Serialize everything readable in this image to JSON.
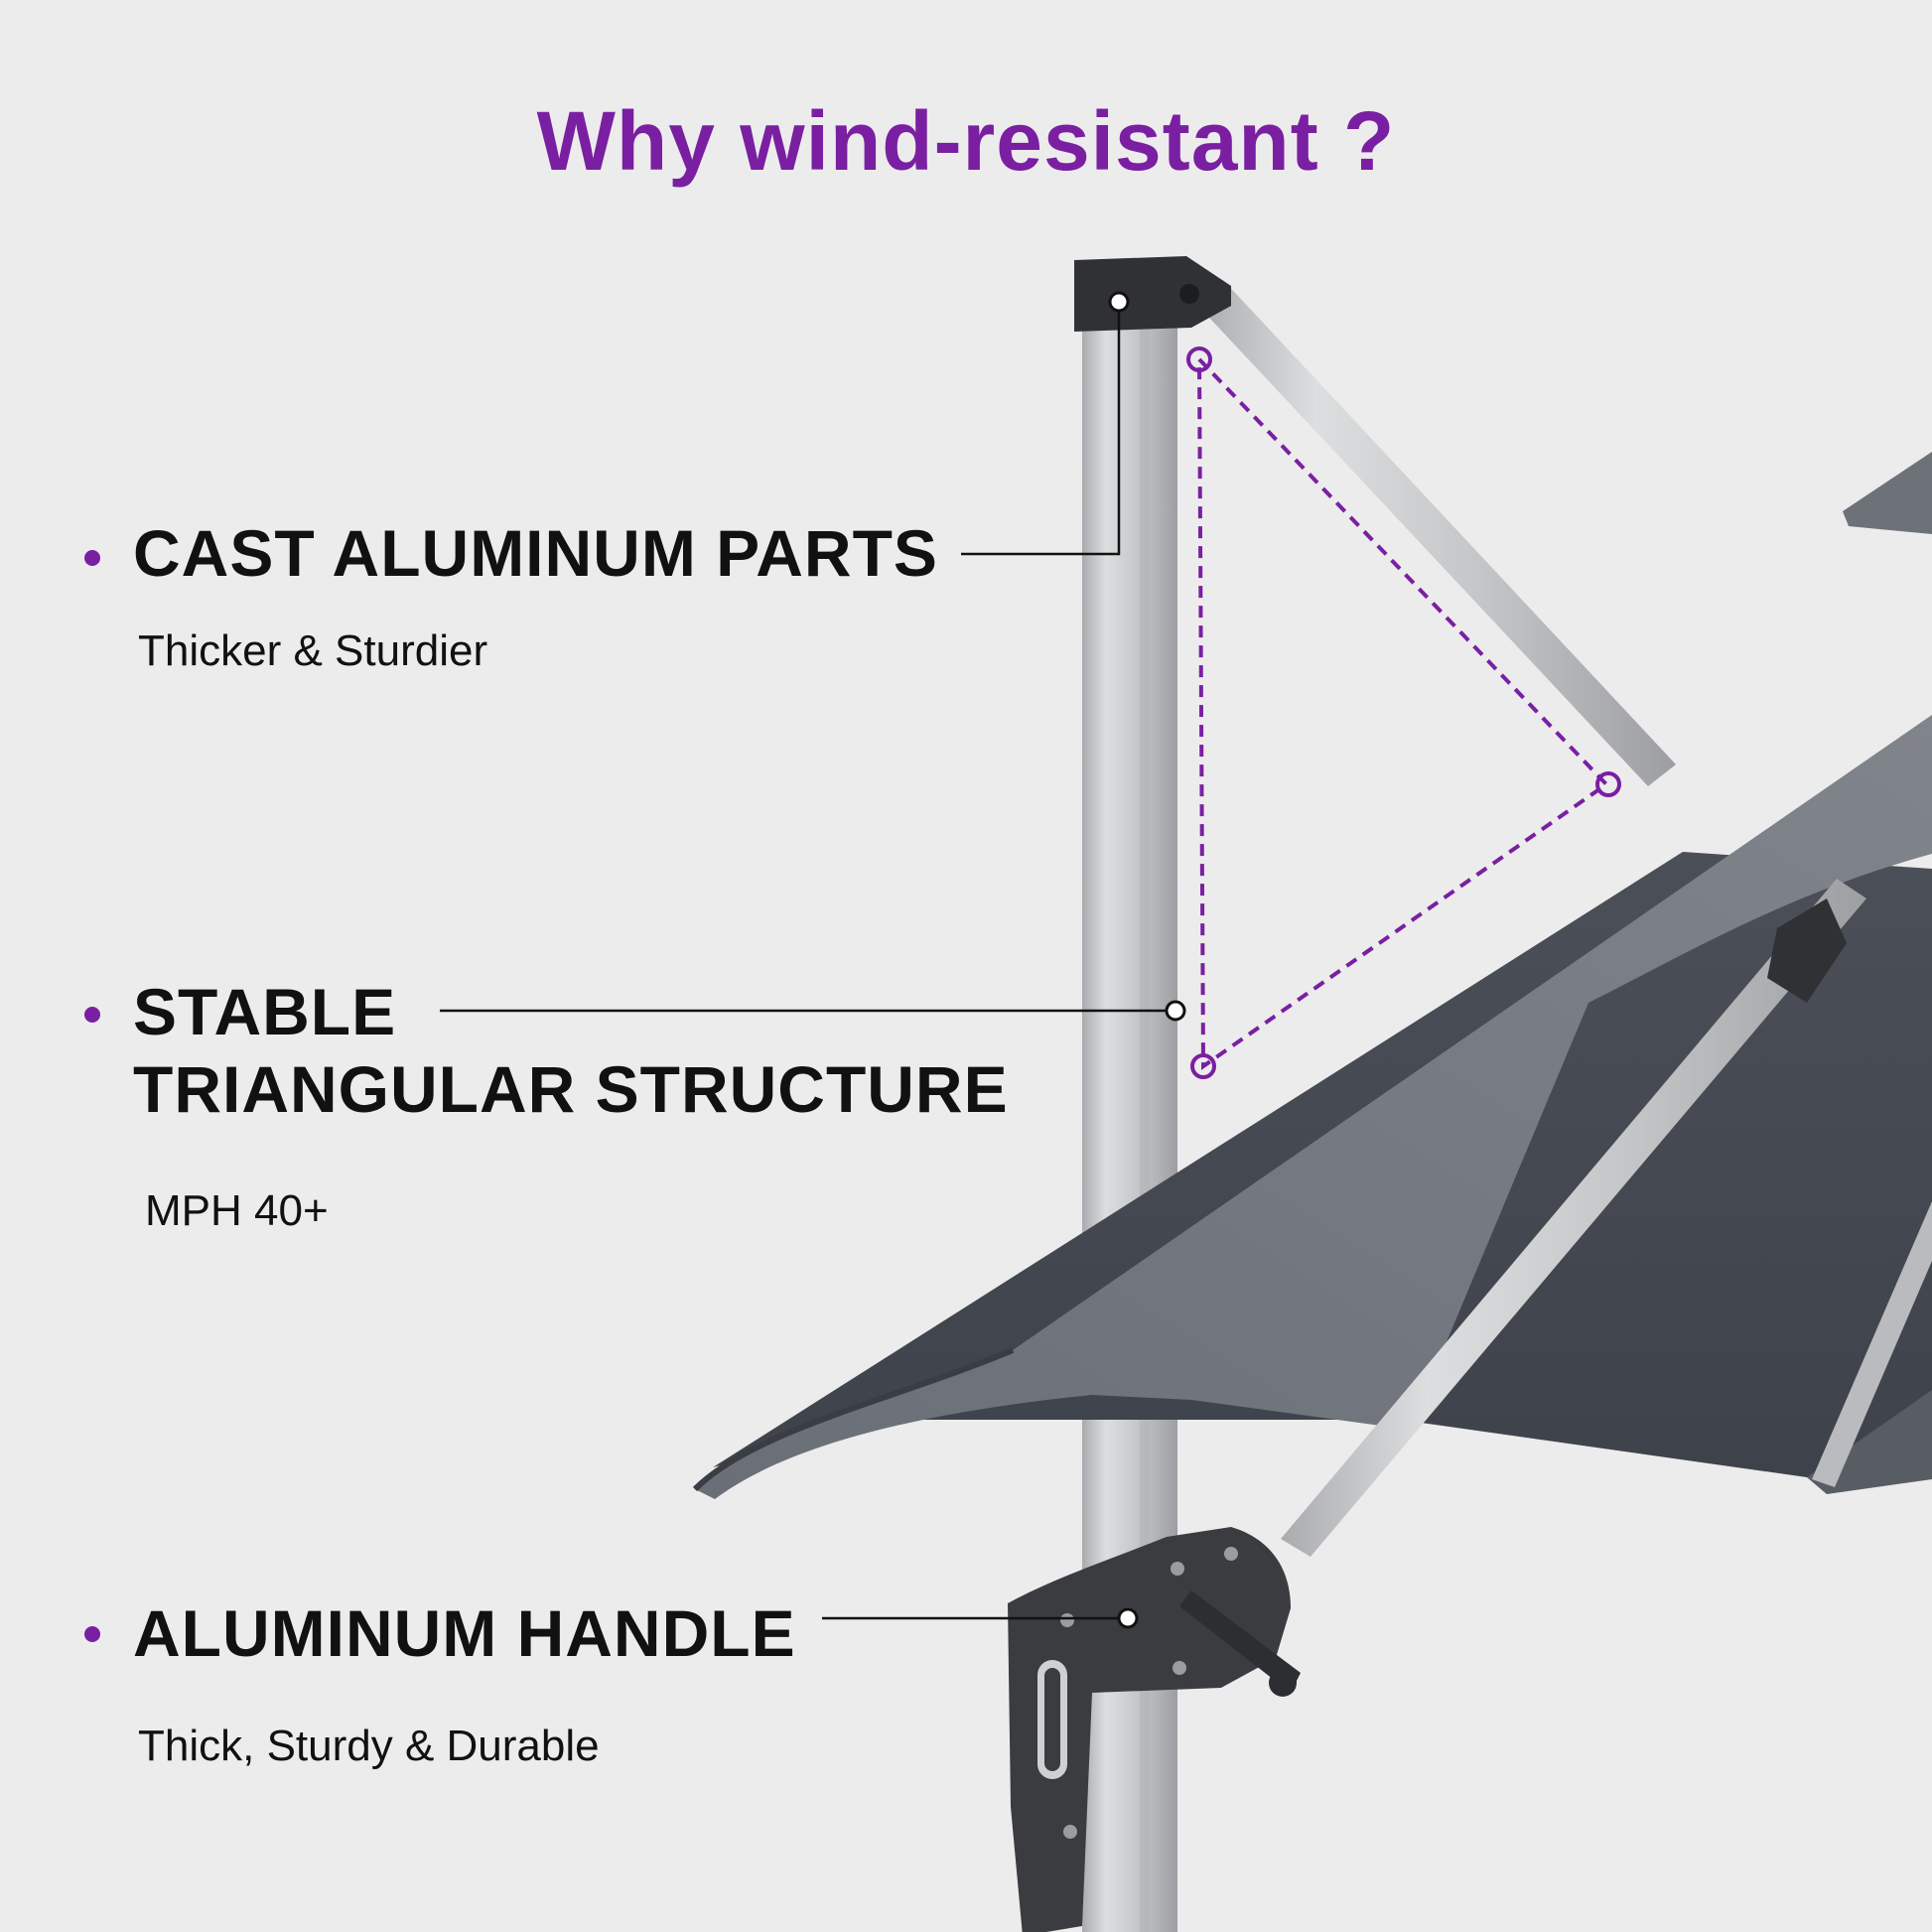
{
  "title": "Why wind-resistant ?",
  "accent_color": "#7a1fa2",
  "features": [
    {
      "heading": "CAST ALUMINUM PARTS",
      "subtext": "Thicker & Sturdier",
      "bullet_icon": "dot-bullet"
    },
    {
      "heading_line1": "STABLE",
      "heading_line2": "TRIANGULAR STRUCTURE",
      "subtext": "MPH 40+",
      "bullet_icon": "dot-bullet"
    },
    {
      "heading": "ALUMINUM HANDLE",
      "subtext": "Thick, Sturdy & Durable",
      "bullet_icon": "dot-bullet"
    }
  ],
  "illustration": {
    "subject": "cantilever-patio-umbrella",
    "canopy_color": "#5f636b",
    "pole_color": "#c7c9cb",
    "part_color": "#3c3e42"
  }
}
